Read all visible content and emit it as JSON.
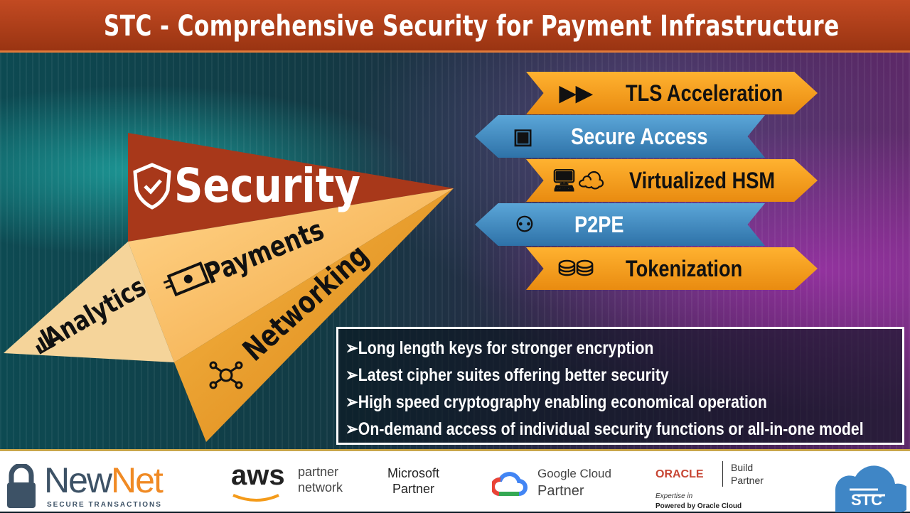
{
  "title": "STC - Comprehensive Security for Payment Infrastructure",
  "pyramid": {
    "security": "Security",
    "payments": "Payments",
    "networking": "Networking",
    "analytics": "Analytics"
  },
  "features": [
    {
      "label": "TLS Acceleration",
      "icon": "fast-forward-icon",
      "style": "orange"
    },
    {
      "label": "Secure Access",
      "icon": "safe-icon",
      "style": "blue"
    },
    {
      "label": "Virtualized HSM",
      "icon": "cloud-sync-icon",
      "style": "orange"
    },
    {
      "label": "P2PE",
      "icon": "network-users-icon",
      "style": "blue"
    },
    {
      "label": "Tokenization",
      "icon": "coins-icon",
      "style": "orange"
    }
  ],
  "bullets": [
    "Long length keys for stronger encryption",
    "Latest cipher suites offering better security",
    "High speed cryptography enabling economical operation",
    "On-demand access of individual security functions or all-in-one model"
  ],
  "footer": {
    "newnet": {
      "a": "New",
      "b": "Net",
      "sub": "SECURE TRANSACTIONS"
    },
    "aws": {
      "brand": "aws",
      "l1": "partner",
      "l2": "network"
    },
    "microsoft": {
      "l1": "Microsoft",
      "l2": "Partner"
    },
    "google": {
      "l1": "Google Cloud",
      "l2": "Partner"
    },
    "oracle": {
      "brand": "ORACLE",
      "l1": "Build",
      "l2": "Partner",
      "l3": "Expertise in",
      "l4": "Powered by Oracle Cloud"
    },
    "stc": "STC"
  },
  "colors": {
    "title": "#b03f1a",
    "orange": "#f5a020",
    "blue": "#3f88c0",
    "security": "#a8381a"
  }
}
